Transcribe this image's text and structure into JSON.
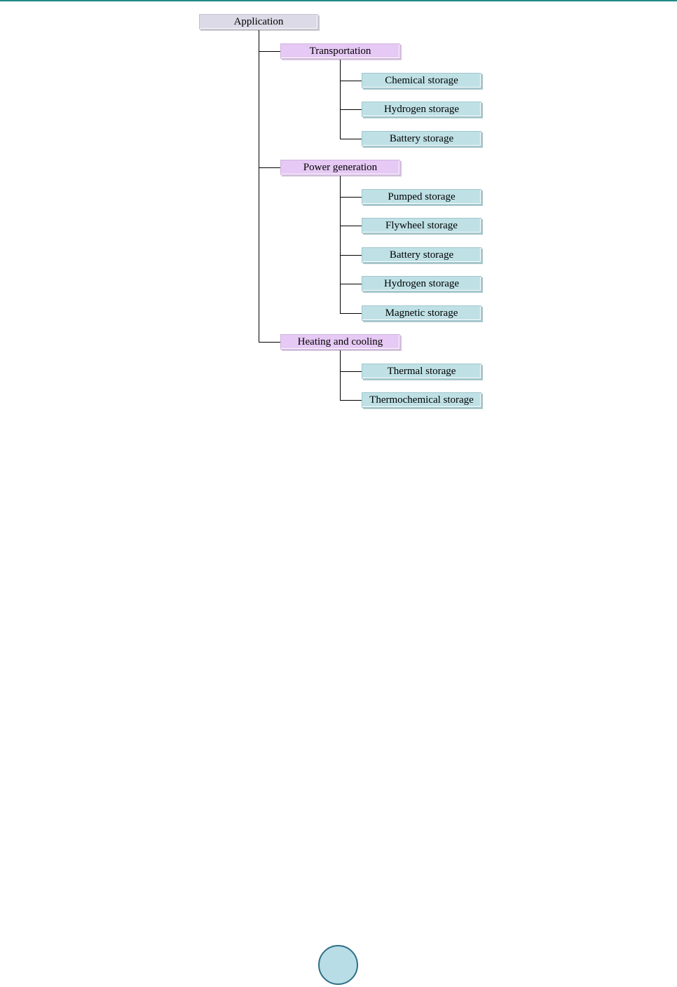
{
  "tree": {
    "root": "Application",
    "categories": [
      {
        "label": "Transportation",
        "children": [
          "Chemical storage",
          "Hydrogen storage",
          "Battery storage"
        ]
      },
      {
        "label": "Power generation",
        "children": [
          "Pumped storage",
          "Flywheel storage",
          "Battery storage",
          "Hydrogen storage",
          "Magnetic storage"
        ]
      },
      {
        "label": "Heating and cooling",
        "children": [
          "Thermal storage",
          "Thermochemical storage"
        ]
      }
    ]
  },
  "colors": {
    "root_fill": "#dcdae6",
    "category_fill": "#e6c9f4",
    "leaf_fill": "#bfe1e6",
    "header_rule": "#1f8a86",
    "page_badge": "#b9dde6"
  }
}
